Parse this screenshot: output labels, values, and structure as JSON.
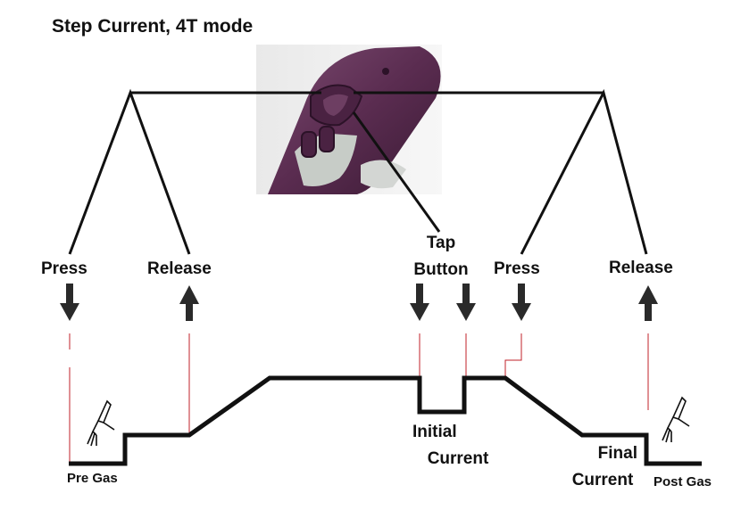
{
  "title": "Step Current, 4T mode",
  "triggers": [
    {
      "label": "Press",
      "direction": "down"
    },
    {
      "label": "Release",
      "direction": "up"
    },
    {
      "label": "Tap Button",
      "direction": "down"
    },
    {
      "label": "Press",
      "direction": "down"
    },
    {
      "label": "Release",
      "direction": "up"
    }
  ],
  "tap_label_line1": "Tap",
  "tap_label_line2": "Button",
  "phases": {
    "pre_gas": "Pre Gas",
    "initial_line1": "Initial",
    "initial_line2": "Current",
    "final_line1": "Final",
    "final_line2": "Current",
    "post_gas": "Post Gas"
  },
  "icons": [
    "tig-torch-handle-photo",
    "tig-torch-icon",
    "arrow-down-icon",
    "arrow-up-icon"
  ],
  "colors": {
    "waveform": "#111111",
    "marker_line": "#c0202a",
    "torch_purple": "#5a2c50",
    "button_gray": "#c7ccc7"
  }
}
